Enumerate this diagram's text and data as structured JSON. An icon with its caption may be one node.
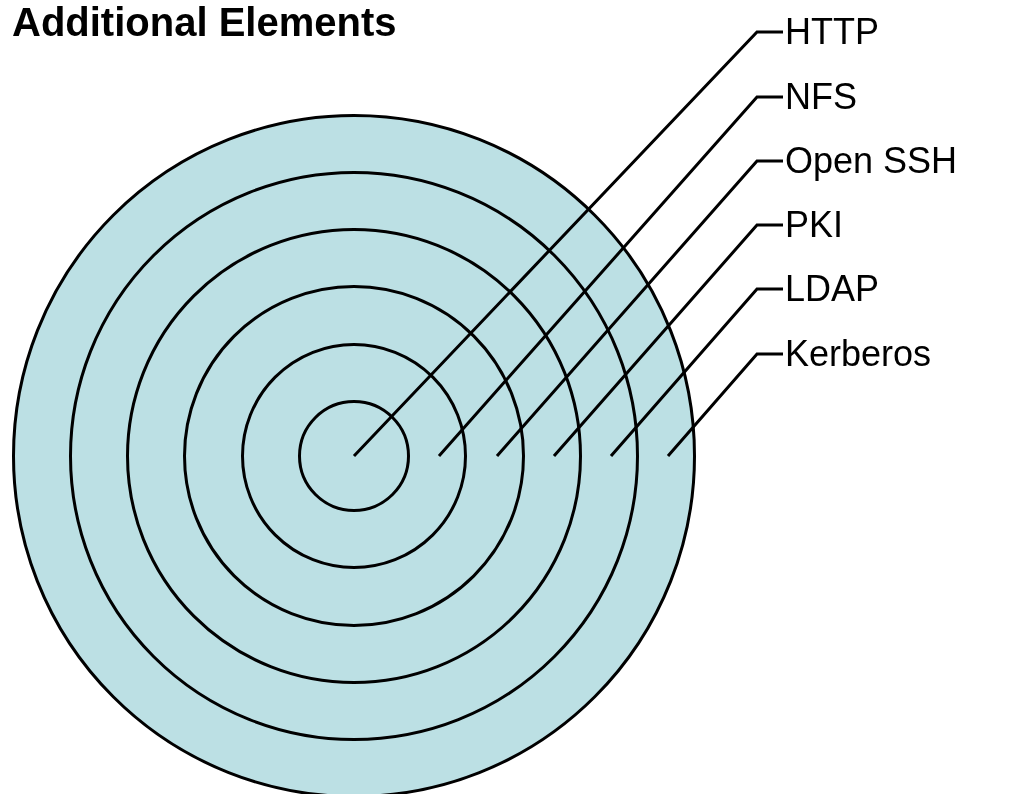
{
  "diagram": {
    "title": "Additional Elements",
    "nodes": [
      {
        "text": [],
        "shape": "circle"
      },
      {
        "text": [],
        "shape": "circle",
        "in": 0
      },
      {
        "text": [],
        "shape": "circle",
        "in": 1
      },
      {
        "text": [],
        "shape": "circle",
        "in": 2
      },
      {
        "text": [],
        "shape": "circle",
        "in": 3
      },
      {
        "text": [],
        "shape": "circle",
        "in": 4
      },
      {
        "text": [
          "HTTP"
        ]
      },
      {
        "text": [
          "NFS"
        ]
      },
      {
        "text": [
          "Open SSH"
        ]
      },
      {
        "text": [
          "PKI"
        ]
      },
      {
        "text": [
          "LDAP"
        ]
      },
      {
        "text": [
          "Kerberos"
        ]
      }
    ],
    "edges": [
      {
        "from": 6,
        "to": 5,
        "arrow": "none"
      },
      {
        "from": 7,
        "to": 4,
        "arrow": "none"
      },
      {
        "from": 8,
        "to": 3,
        "arrow": "none"
      },
      {
        "from": 9,
        "to": 2,
        "arrow": "none"
      },
      {
        "from": 10,
        "to": 1,
        "arrow": "none"
      },
      {
        "from": 11,
        "to": 0,
        "arrow": "none"
      }
    ]
  }
}
